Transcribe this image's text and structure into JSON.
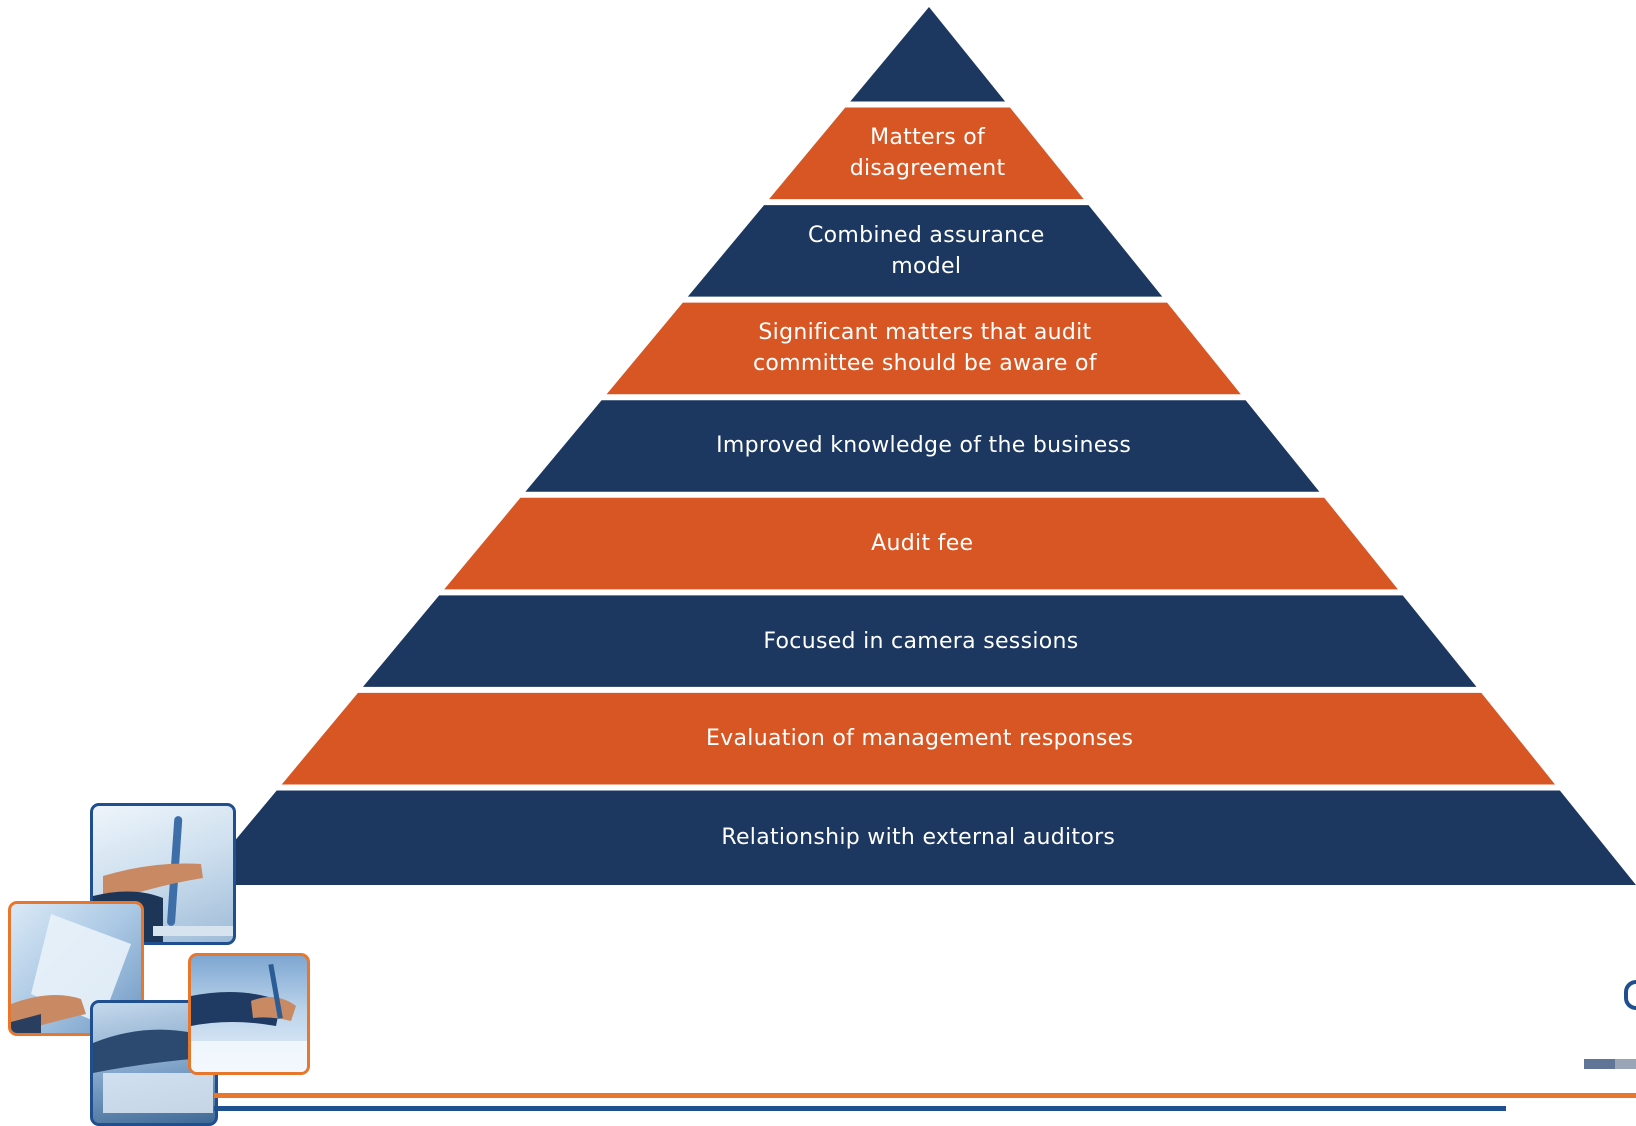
{
  "colors": {
    "navy": "#1c3760",
    "orange": "#d85623",
    "accent_orange": "#e8772e",
    "accent_blue": "#1f4f8f",
    "text": "#ffffff"
  },
  "pyramid": {
    "tiers": [
      {
        "label": "",
        "color": "navy"
      },
      {
        "label": "Matters  of\ndisagreement",
        "color": "orange"
      },
      {
        "label": "Combined assurance\nmodel",
        "color": "navy"
      },
      {
        "label": "Significant matters that audit\ncommittee should be aware of",
        "color": "orange"
      },
      {
        "label": "Improved knowledge of the business",
        "color": "navy"
      },
      {
        "label": "Audit fee",
        "color": "orange"
      },
      {
        "label": "Focused in camera sessions",
        "color": "navy"
      },
      {
        "label": "Evaluation of management responses",
        "color": "orange"
      },
      {
        "label": "Relationship with external auditors",
        "color": "navy"
      }
    ]
  },
  "decor": {
    "photos": [
      "pen-signing-photo",
      "handshake-document-photo",
      "office-desk-photo",
      "writing-hands-photo"
    ]
  }
}
